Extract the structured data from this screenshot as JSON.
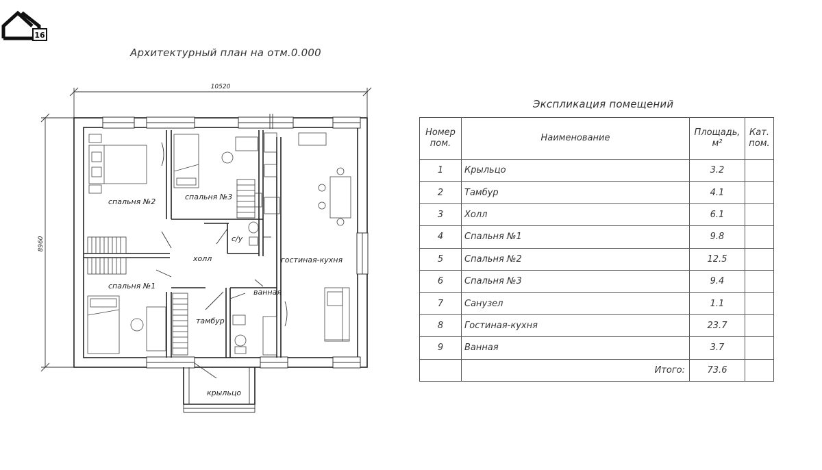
{
  "logo": {
    "badge": "16"
  },
  "plan": {
    "title": "Архитектурный план на отм.0.000",
    "dim_width": "10520",
    "dim_height": "8960",
    "rooms": {
      "bedroom2": "спальня №2",
      "bedroom3": "спальня №3",
      "bedroom1": "спальня №1",
      "hall": "холл",
      "wc": "с/у",
      "living": "гостиная-кухня",
      "vestibule": "тамбур",
      "bath": "ванная",
      "porch": "крыльцо"
    }
  },
  "explication": {
    "title": "Экспликация помещений",
    "headers": {
      "num": [
        "Номер",
        "пом."
      ],
      "name": "Наименование",
      "area": [
        "Площадь,",
        "м²"
      ],
      "cat": [
        "Кат.",
        "пом."
      ]
    },
    "rows": [
      {
        "num": "1",
        "name": "Крыльцо",
        "area": "3.2"
      },
      {
        "num": "2",
        "name": "Тамбур",
        "area": "4.1"
      },
      {
        "num": "3",
        "name": "Холл",
        "area": "6.1"
      },
      {
        "num": "4",
        "name": "Спальня №1",
        "area": "9.8"
      },
      {
        "num": "5",
        "name": "Спальня №2",
        "area": "12.5"
      },
      {
        "num": "6",
        "name": "Спальня №3",
        "area": "9.4"
      },
      {
        "num": "7",
        "name": "Санузел",
        "area": "1.1"
      },
      {
        "num": "8",
        "name": "Гостиная-кухня",
        "area": "23.7"
      },
      {
        "num": "9",
        "name": "Ванная",
        "area": "3.7"
      }
    ],
    "total_label": "Итого:",
    "total_value": "73.6"
  }
}
